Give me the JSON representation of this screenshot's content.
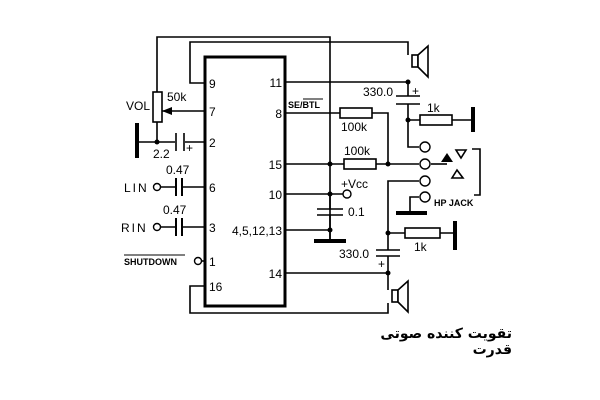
{
  "ic": {
    "left_pins": [
      "9",
      "7",
      "2",
      "6",
      "3",
      "1",
      "16"
    ],
    "right_pins": [
      "11",
      "8",
      "15",
      "10",
      "4,5,12,13",
      "14"
    ],
    "se_btl_label": "SE/BTL"
  },
  "components": {
    "vol_label": "VOL",
    "pot_value": "50k",
    "cap_pin2": "2.2",
    "cap_lin": "0.47",
    "cap_rin": "0.47",
    "lin_label": "LIN",
    "rin_label": "RIN",
    "shutdown_label": "SHUTDOWN",
    "r_pin8": "100k",
    "r_pin15": "100k",
    "vcc_label": "+Vcc",
    "cap_vcc": "0.1",
    "cap_top_out": "330.0",
    "cap_bottom_out": "330.0",
    "r_top_load": "1k",
    "r_bottom_load": "1k",
    "plus_sign": "+",
    "hp_jack_label": "HP JACK"
  },
  "caption": "تقویت کننده صوتی قدرت"
}
